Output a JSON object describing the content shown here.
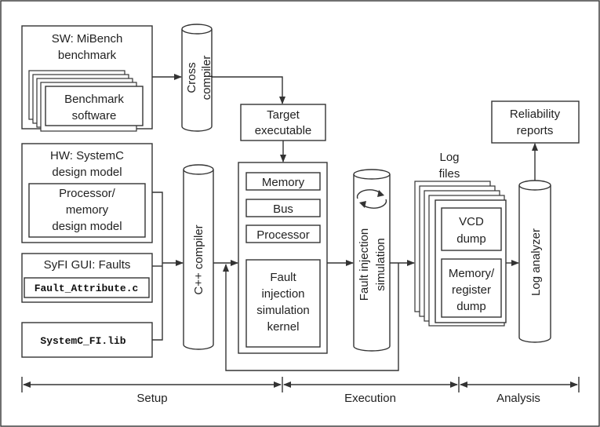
{
  "sw": {
    "title_line1": "SW: MiBench",
    "title_line2": "benchmark",
    "bench_line1": "Benchmark",
    "bench_line2": "software"
  },
  "cross": {
    "line1": "Cross",
    "line2": "compiler"
  },
  "target": {
    "line1": "Target",
    "line2": "executable"
  },
  "reports": {
    "line1": "Reliability",
    "line2": "reports"
  },
  "hw": {
    "title_line1": "HW: SystemC",
    "title_line2": "design model",
    "inner_line1": "Processor/",
    "inner_line2": "memory",
    "inner_line3": "design model"
  },
  "gui": {
    "title": "SyFI GUI: Faults",
    "file": "Fault_Attribute.c"
  },
  "lib": {
    "file": "SystemC_FI.lib"
  },
  "cpp": {
    "label": "C++ compiler"
  },
  "model": {
    "memory": "Memory",
    "bus": "Bus",
    "processor": "Processor",
    "kernel_line1": "Fault",
    "kernel_line2": "injection",
    "kernel_line3": "simulation",
    "kernel_line4": "kernel"
  },
  "fis": {
    "line1": "Fault injection",
    "line2": "simulation"
  },
  "logs": {
    "title_line1": "Log",
    "title_line2": "files",
    "vcd_line1": "VCD",
    "vcd_line2": "dump",
    "mem_line1": "Memory/",
    "mem_line2": "register",
    "mem_line3": "dump"
  },
  "analyzer": {
    "label": "Log analyzer"
  },
  "phases": {
    "setup": "Setup",
    "execution": "Execution",
    "analysis": "Analysis"
  }
}
